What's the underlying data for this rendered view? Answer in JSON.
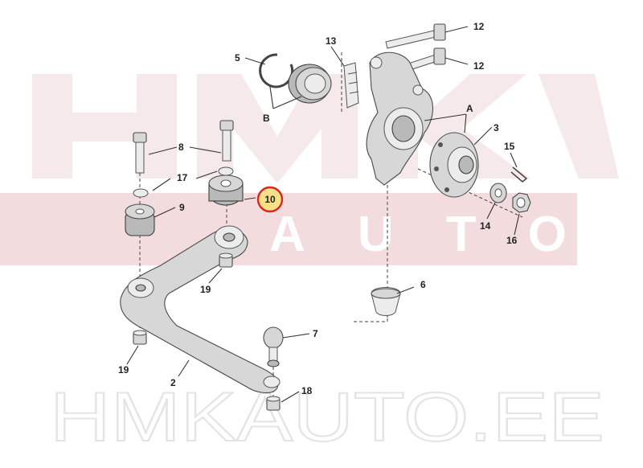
{
  "watermark": {
    "brand_top": "HMK",
    "brand_auto": "AUTO",
    "site": "HMKAUTO.EE"
  },
  "callouts": {
    "c12a": "12",
    "c12b": "12",
    "c13": "13",
    "c5": "5",
    "cB": "B",
    "cA": "A",
    "c3": "3",
    "c15": "15",
    "c8": "8",
    "c17": "17",
    "c10": "10",
    "c9": "9",
    "c14": "14",
    "c16": "16",
    "c19a": "19",
    "c6": "6",
    "c7": "7",
    "c19b": "19",
    "c2": "2",
    "c18": "18"
  },
  "highlight": {
    "part": "10",
    "ring_color": "#d8261f",
    "fill_color": "#f6e08a"
  }
}
